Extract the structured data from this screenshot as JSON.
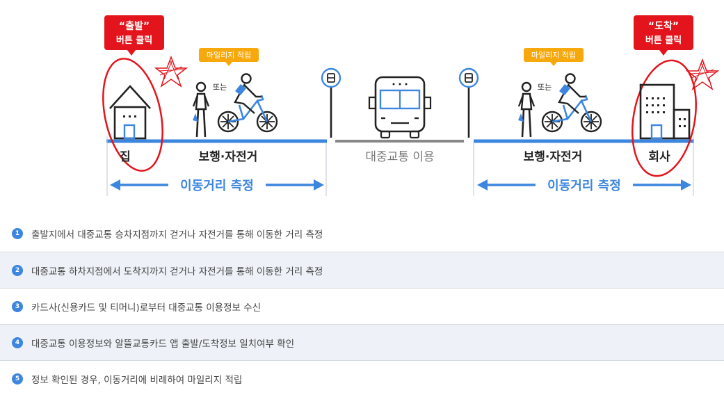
{
  "diagram": {
    "start_callout": {
      "quote": "“출발”",
      "action": "버튼 클릭"
    },
    "end_callout": {
      "quote": "“도착”",
      "action": "버튼 클릭"
    },
    "mileage_badge": "마일리지 적립",
    "or_text": "또는",
    "home_label": "집",
    "company_label": "회사",
    "walk_bike_label": "보행·자전거",
    "transit_label": "대중교통 이용",
    "measure_label": "이동거리 측정",
    "colors": {
      "accent_blue": "#3c86df",
      "callout_red": "#e3141b",
      "badge_orange": "#f6a80c",
      "transit_gray": "#888888"
    }
  },
  "steps": [
    {
      "num": "1",
      "text": "출발지에서 대중교통 승차지점까지 걷거나 자전거를 통해 이동한 거리 측정"
    },
    {
      "num": "2",
      "text": "대중교통 하차지점에서 도착지까지 걷거나 자전거를 통해 이동한 거리 측정"
    },
    {
      "num": "3",
      "text": "카드사(신용카드 및 티머니)로부터 대중교통 이용정보 수신"
    },
    {
      "num": "4",
      "text": "대중교통 이용정보와 알뜰교통카드 앱 출발/도착정보 일치여부 확인"
    },
    {
      "num": "5",
      "text": "정보 확인된 경우, 이동거리에 비례하여 마일리지 적립"
    }
  ]
}
